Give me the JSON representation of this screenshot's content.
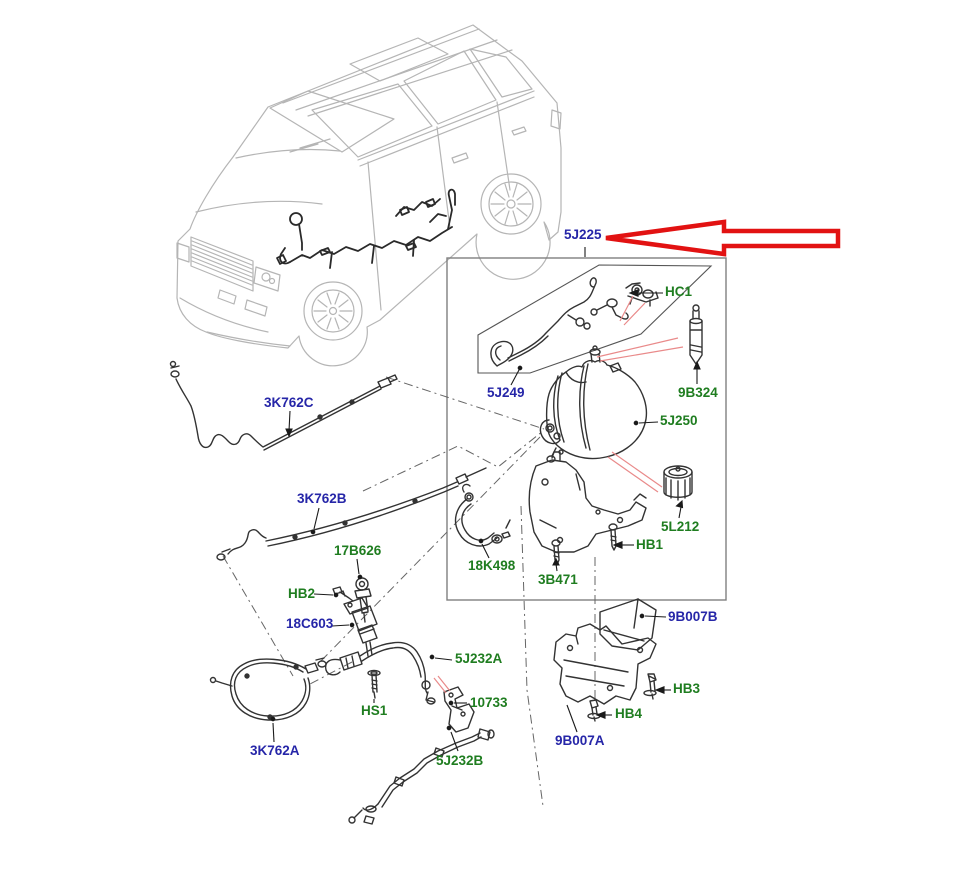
{
  "diagram": {
    "description_tag": "vehicle-parts-exploded-diagram",
    "highlighted_part": "5J225",
    "colors": {
      "label_blue": "#2626a8",
      "label_green": "#1f7d20",
      "arrow_red": "#e21212",
      "pointer_red": "#e98a8a",
      "drawing_dark": "#333333",
      "drawing_light": "#b5b5b5",
      "box_border": "#7f7f7f",
      "background": "#ffffff"
    },
    "labels": [
      {
        "id": "5J225",
        "text": "5J225",
        "color": "blue"
      },
      {
        "id": "HC1",
        "text": "HC1",
        "color": "green"
      },
      {
        "id": "5J249",
        "text": "5J249",
        "color": "blue"
      },
      {
        "id": "9B324",
        "text": "9B324",
        "color": "green"
      },
      {
        "id": "5J250",
        "text": "5J250",
        "color": "green"
      },
      {
        "id": "3K762C",
        "text": "3K762C",
        "color": "blue"
      },
      {
        "id": "3K762B",
        "text": "3K762B",
        "color": "blue"
      },
      {
        "id": "17B626",
        "text": "17B626",
        "color": "green"
      },
      {
        "id": "HB2",
        "text": "HB2",
        "color": "green"
      },
      {
        "id": "18C603",
        "text": "18C603",
        "color": "blue"
      },
      {
        "id": "18K498",
        "text": "18K498",
        "color": "green"
      },
      {
        "id": "3B471",
        "text": "3B471",
        "color": "green"
      },
      {
        "id": "HB1",
        "text": "HB1",
        "color": "green"
      },
      {
        "id": "5L212",
        "text": "5L212",
        "color": "green"
      },
      {
        "id": "9B007B",
        "text": "9B007B",
        "color": "blue"
      },
      {
        "id": "HB3",
        "text": "HB3",
        "color": "green"
      },
      {
        "id": "HB4",
        "text": "HB4",
        "color": "green"
      },
      {
        "id": "9B007A",
        "text": "9B007A",
        "color": "blue"
      },
      {
        "id": "5J232A",
        "text": "5J232A",
        "color": "green"
      },
      {
        "id": "HS1",
        "text": "HS1",
        "color": "green"
      },
      {
        "id": "10733",
        "text": "10733",
        "color": "green"
      },
      {
        "id": "3K762A",
        "text": "3K762A",
        "color": "blue"
      },
      {
        "id": "5J232B",
        "text": "5J232B",
        "color": "green"
      }
    ]
  }
}
